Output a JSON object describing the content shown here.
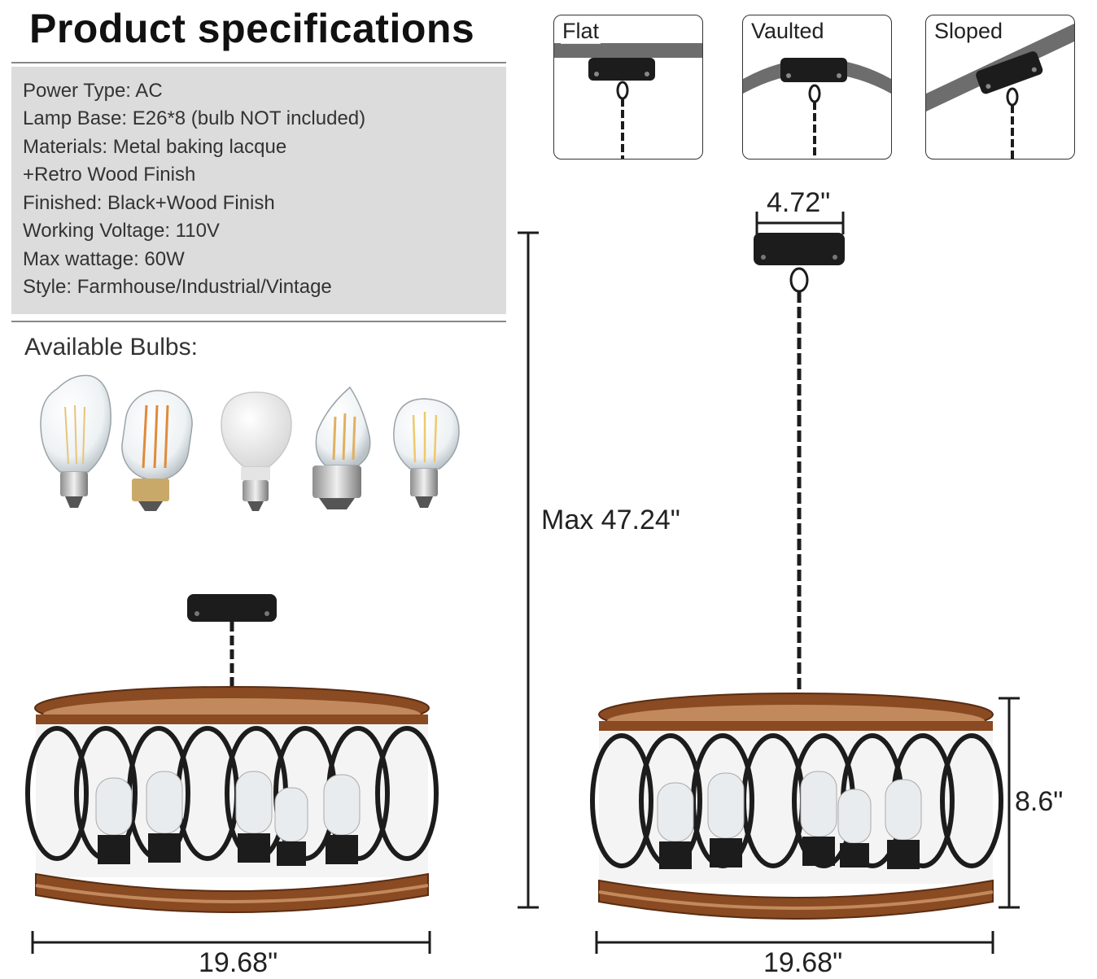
{
  "title": "Product specifications",
  "specs": [
    "Power Type: AC",
    "Lamp Base: E26*8  (bulb NOT included)",
    "Materials: Metal baking lacque",
    "+Retro Wood Finish",
    "Finished: Black+Wood Finish",
    "Working Voltage: 110V",
    "Max wattage: 60W",
    "Style: Farmhouse/Industrial/Vintage"
  ],
  "bulbs_label": "Available Bulbs:",
  "ceilings": [
    "Flat",
    "Vaulted",
    "Sloped"
  ],
  "dimensions": {
    "canopy_width": "4.72\"",
    "max_height": "Max 47.24\"",
    "drum_height": "8.6\"",
    "width_left": "19.68\"",
    "width_right": "19.68\""
  },
  "colors": {
    "wood": "#8a4a22",
    "metal": "#1c1c1c",
    "spec_bg": "#dcdcdc"
  }
}
